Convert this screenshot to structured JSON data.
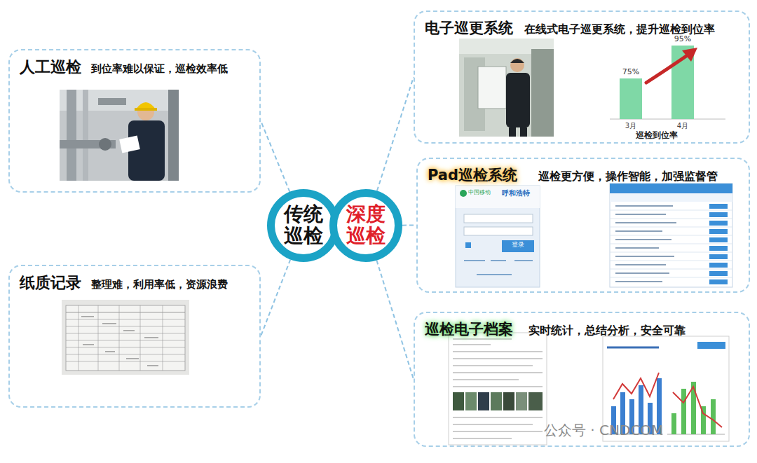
{
  "diagram": {
    "nodes": [
      {
        "text": [
          "传统巡检"
        ]
      },
      {
        "text": [
          "深度巡检"
        ]
      },
      {
        "text": [
          "人工巡检",
          "到位率难以保证，巡检效率低"
        ]
      },
      {
        "text": [
          "纸质记录",
          "整理难，利用率低，资源浪费"
        ]
      },
      {
        "text": [
          "电子巡更系统",
          "在线式电子巡更系统，提升巡检到位率"
        ]
      },
      {
        "text": [
          "Pad巡检系统",
          "巡检更方便，操作智能，加强监督管"
        ]
      },
      {
        "text": [
          "巡检电子档案",
          "实时统计，总结分析，安全可靠"
        ]
      }
    ],
    "edges": [
      {
        "from": 0,
        "to": 2,
        "arrow": "none"
      },
      {
        "from": 0,
        "to": 3,
        "arrow": "none"
      },
      {
        "from": 1,
        "to": 4,
        "arrow": "none"
      },
      {
        "from": 1,
        "to": 5,
        "arrow": "none"
      },
      {
        "from": 1,
        "to": 6,
        "arrow": "none"
      }
    ],
    "labels": [
      "95%",
      "75%",
      "3月",
      "4月",
      "巡检到位率",
      "中国移动",
      "呼和浩特",
      "登录",
      "公众号 · CNDCOM"
    ]
  }
}
